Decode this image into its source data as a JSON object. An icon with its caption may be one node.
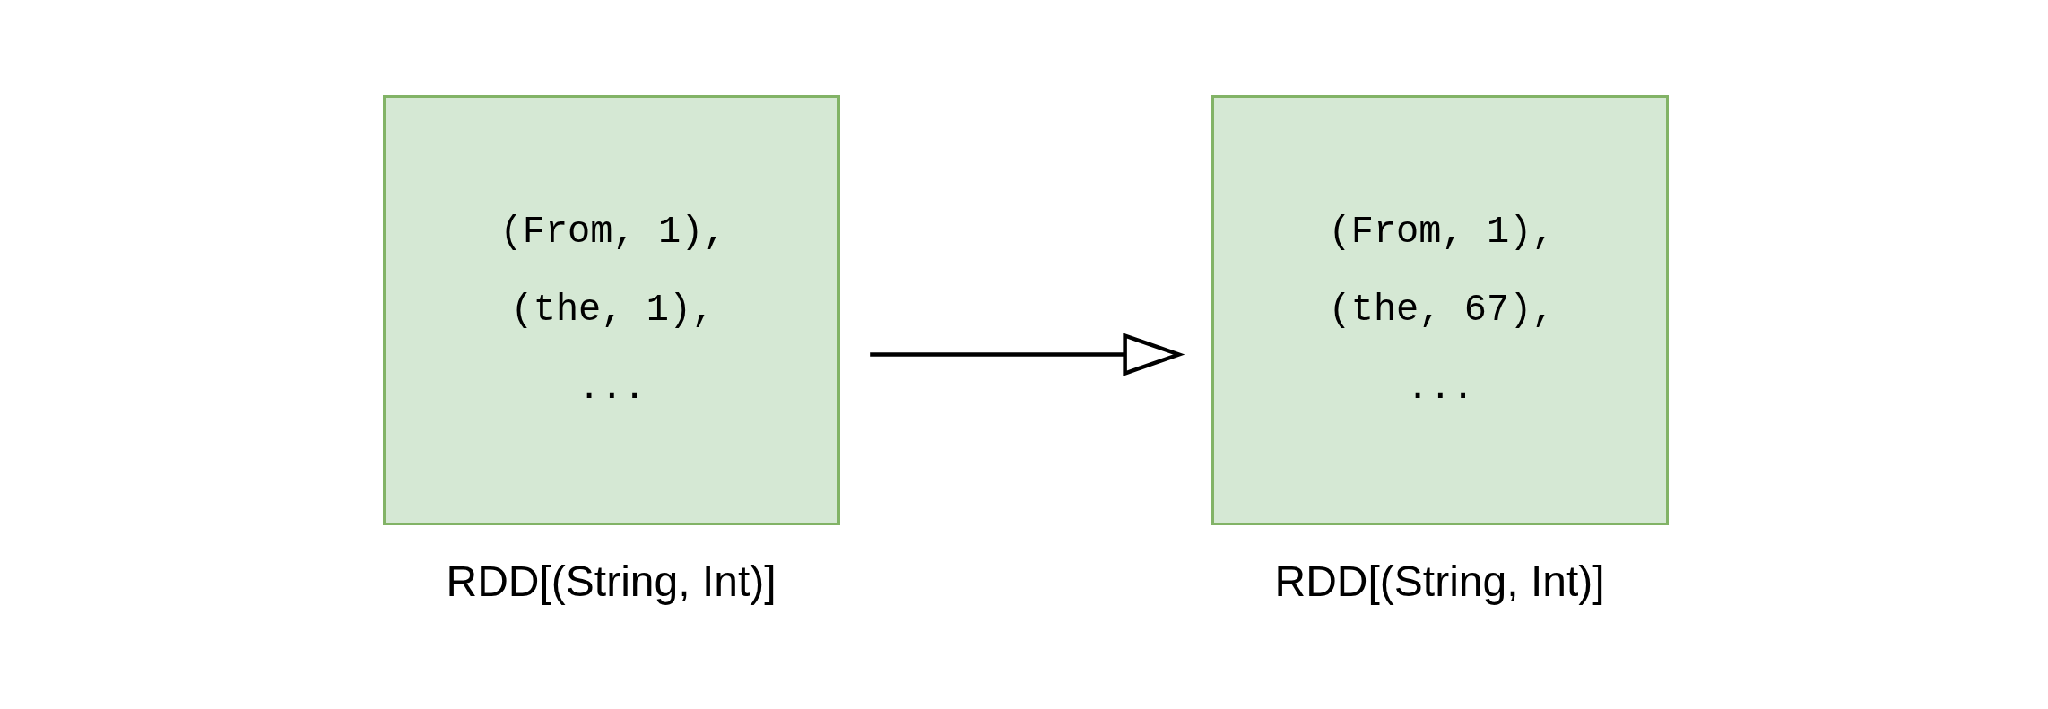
{
  "diagram": {
    "nodes": [
      {
        "text": [
          "(From, 1),",
          "(the, 1),",
          "..."
        ],
        "beside": [
          "RDD[(String, Int)]"
        ]
      },
      {
        "text": [
          "(From, 1),",
          "(the, 67),",
          "..."
        ],
        "beside": [
          "RDD[(String, Int)]"
        ]
      }
    ],
    "edges": [
      {
        "from": 0,
        "to": 1,
        "arrow": "to"
      }
    ]
  }
}
